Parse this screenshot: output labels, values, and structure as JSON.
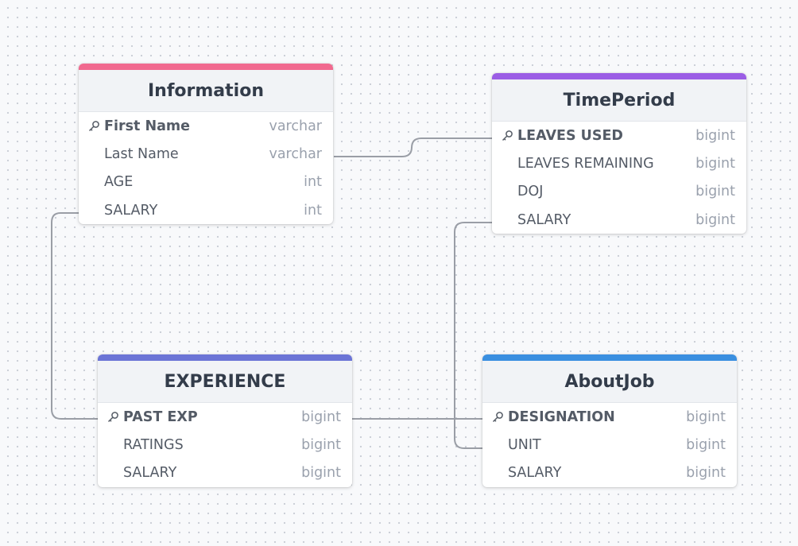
{
  "tables": [
    {
      "id": "information",
      "name": "Information",
      "color": "#f1698f",
      "fields": [
        {
          "name": "First Name",
          "type": "varchar",
          "primary": true
        },
        {
          "name": "Last Name",
          "type": "varchar",
          "primary": false
        },
        {
          "name": "AGE",
          "type": "int",
          "primary": false
        },
        {
          "name": "SALARY",
          "type": "int",
          "primary": false
        }
      ]
    },
    {
      "id": "timeperiod",
      "name": "TimePeriod",
      "color": "#9b5de5",
      "fields": [
        {
          "name": "LEAVES USED",
          "type": "bigint",
          "primary": true
        },
        {
          "name": "LEAVES REMAINING",
          "type": "bigint",
          "primary": false
        },
        {
          "name": "DOJ",
          "type": "bigint",
          "primary": false
        },
        {
          "name": "SALARY",
          "type": "bigint",
          "primary": false
        }
      ]
    },
    {
      "id": "experience",
      "name": "EXPERIENCE",
      "color": "#6b74d6",
      "fields": [
        {
          "name": "PAST EXP",
          "type": "bigint",
          "primary": true
        },
        {
          "name": "RATINGS",
          "type": "bigint",
          "primary": false
        },
        {
          "name": "SALARY",
          "type": "bigint",
          "primary": false
        }
      ]
    },
    {
      "id": "aboutjob",
      "name": "AboutJob",
      "color": "#3a8fe0",
      "fields": [
        {
          "name": "DESIGNATION",
          "type": "bigint",
          "primary": true
        },
        {
          "name": "UNIT",
          "type": "bigint",
          "primary": false
        },
        {
          "name": "SALARY",
          "type": "bigint",
          "primary": false
        }
      ]
    }
  ],
  "relationships": [
    {
      "from": "information.Last Name",
      "to": "timeperiod.LEAVES USED"
    },
    {
      "from": "information.SALARY",
      "to": "experience.PAST EXP"
    },
    {
      "from": "experience.PAST EXP",
      "to": "aboutjob.DESIGNATION"
    },
    {
      "from": "timeperiod.SALARY",
      "to": "aboutjob.UNIT"
    }
  ],
  "icons": {
    "primary_key": "key-icon"
  },
  "colors": {
    "edge": "#9a9ea6",
    "canvas": "#f8f9fb"
  }
}
